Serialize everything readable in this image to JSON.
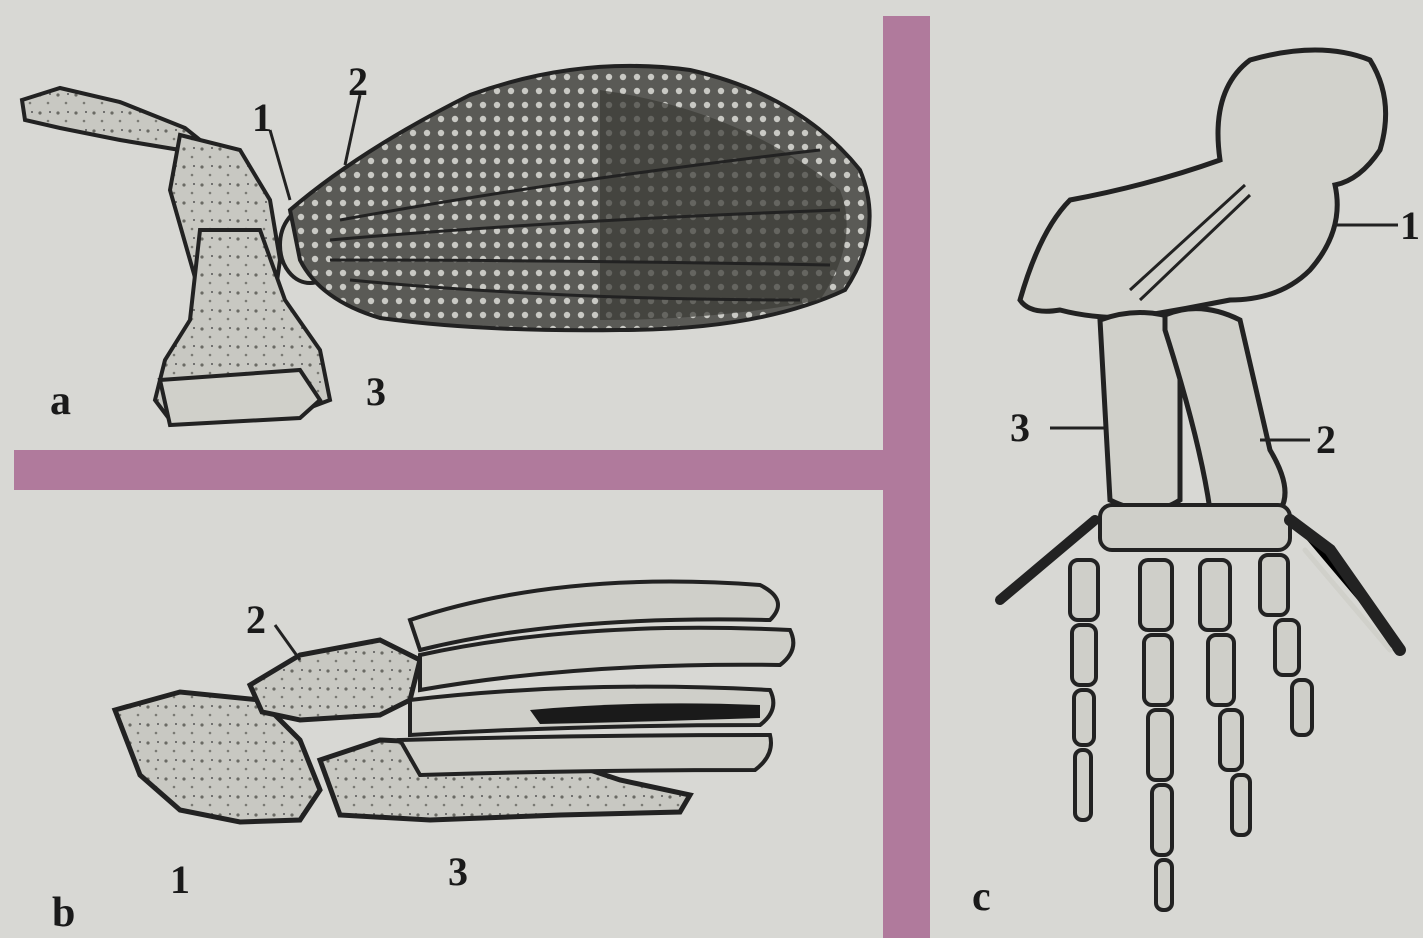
{
  "panels": {
    "a": {
      "letter": "a",
      "labels": [
        "1",
        "2",
        "3"
      ]
    },
    "b": {
      "letter": "b",
      "labels": [
        "1",
        "2",
        "3"
      ]
    },
    "c": {
      "letter": "c",
      "labels": [
        "1",
        "2",
        "3"
      ]
    }
  },
  "colors": {
    "divider": "#b07a9c",
    "background": "#d8d8d4",
    "ink": "#1a1a1a"
  }
}
